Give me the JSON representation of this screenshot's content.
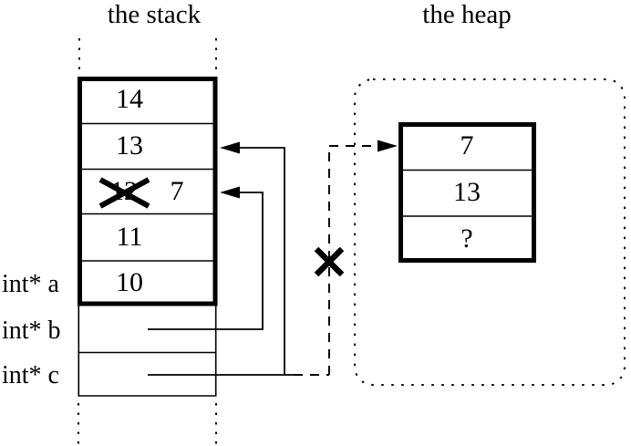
{
  "titles": {
    "stack": "the stack",
    "heap": "the heap"
  },
  "stack": {
    "frame_cells": [
      {
        "value": "14"
      },
      {
        "value": "13"
      },
      {
        "old_value": "12",
        "crossed_out": true,
        "value": "7"
      },
      {
        "value": "11"
      },
      {
        "value": "10"
      }
    ],
    "pointer_rows": [
      {
        "label": "int* a"
      },
      {
        "label": "int* b"
      },
      {
        "label": "int* c"
      }
    ]
  },
  "heap": {
    "cells": [
      {
        "value": "7"
      },
      {
        "value": "13"
      },
      {
        "value": "?"
      }
    ]
  },
  "connections": [
    {
      "from": "int* b",
      "to": "stack cell with crossed-out 12 (now 7)",
      "style": "solid-arrow"
    },
    {
      "from": "int* c",
      "to": "stack cell 13",
      "style": "solid-arrow"
    },
    {
      "from": "int* c",
      "to": "heap record cell 7",
      "style": "dashed-arrow",
      "status": "broken-crossed-out"
    }
  ],
  "colors": {
    "ink": "#000000",
    "background": "#ffffff"
  }
}
